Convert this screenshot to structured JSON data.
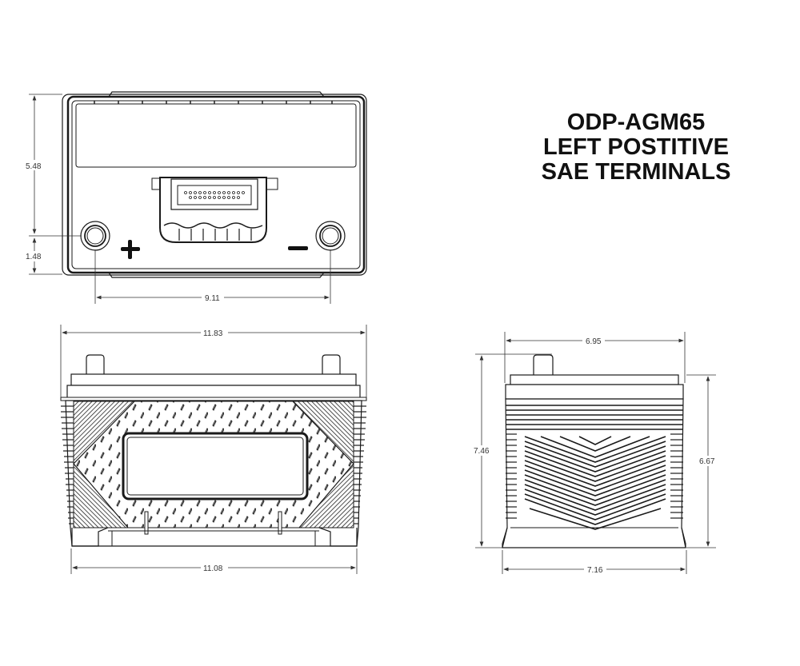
{
  "title": {
    "model": "ODP-AGM65",
    "line2": "LEFT POSTITIVE",
    "line3": "SAE TERMINALS"
  },
  "top_view": {
    "positive_symbol": "+",
    "negative_symbol": "−",
    "dimensions": {
      "height": "5.48",
      "terminal_offset": "1.48",
      "terminal_spacing": "9.11"
    }
  },
  "front_view": {
    "dimensions": {
      "top_length": "11.83",
      "base_length": "11.08"
    }
  },
  "side_view": {
    "dimensions": {
      "top_width": "6.95",
      "total_height": "7.46",
      "case_height": "6.67",
      "base_width": "7.16"
    }
  },
  "colors": {
    "line": "#1a1a1a",
    "dim_line": "#333333",
    "background": "#ffffff"
  }
}
